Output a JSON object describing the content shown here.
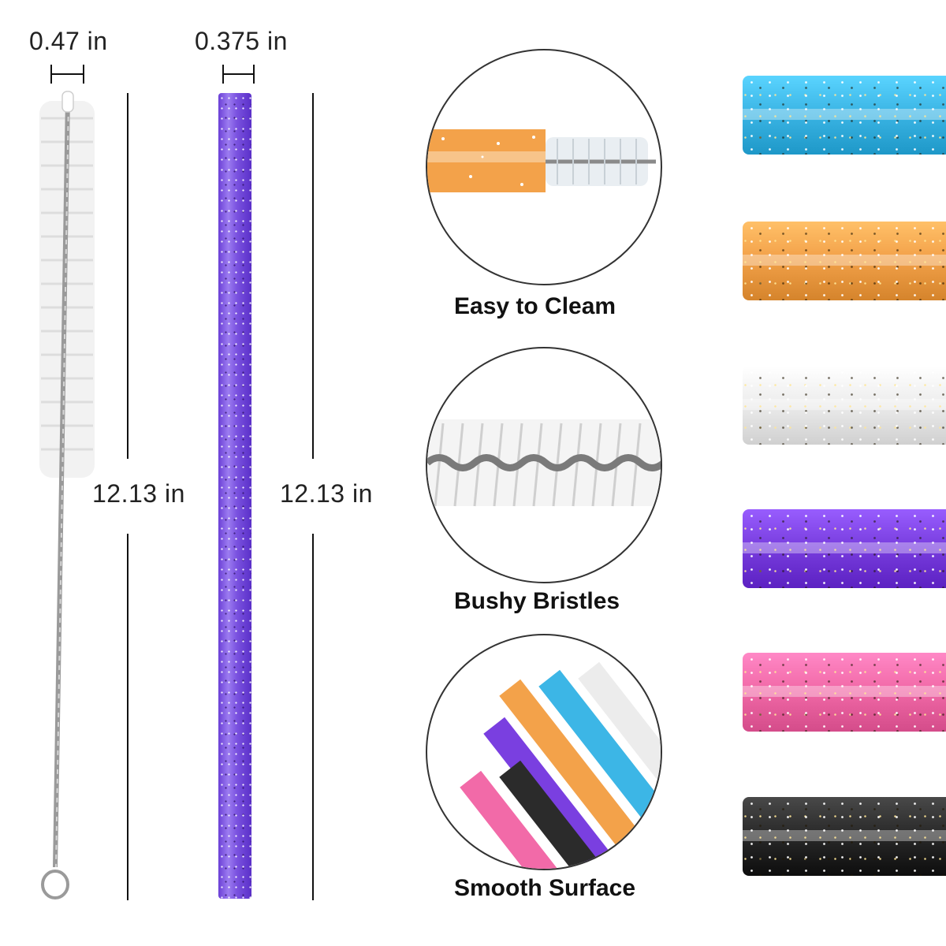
{
  "dimensions": {
    "brush_width": "0.47 in",
    "straw_width": "0.375 in",
    "brush_length": "12.13 in",
    "straw_length": "12.13 in"
  },
  "features": [
    {
      "caption": "Easy to Cleam"
    },
    {
      "caption": "Bushy Bristles"
    },
    {
      "caption": "Smooth Surface"
    }
  ],
  "straw_colors": [
    {
      "name": "blue",
      "hex": "#3cb6e6"
    },
    {
      "name": "orange",
      "hex": "#f3a24a"
    },
    {
      "name": "clear",
      "hex": "#eeeeee"
    },
    {
      "name": "purple",
      "hex": "#7a3fe0"
    },
    {
      "name": "pink",
      "hex": "#f26aa8"
    },
    {
      "name": "black",
      "hex": "#2b2b2b"
    }
  ],
  "main_straw_color": "#7b53e0"
}
